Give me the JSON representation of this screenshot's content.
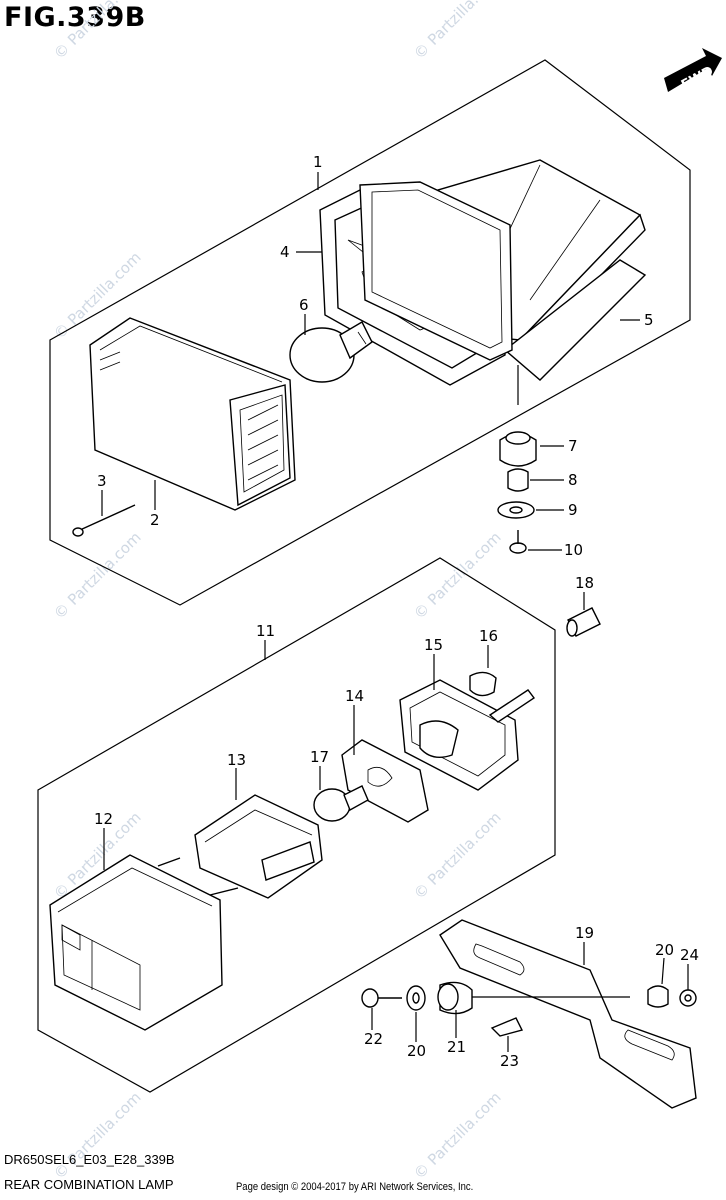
{
  "title": "FIG.339B",
  "direction_label": "FWD",
  "watermark": "© Partzilla.com",
  "callouts": {
    "c1": "1",
    "c2": "2",
    "c3": "3",
    "c4": "4",
    "c5": "5",
    "c6": "6",
    "c7": "7",
    "c8": "8",
    "c9": "9",
    "c10": "10",
    "c11": "11",
    "c12": "12",
    "c13": "13",
    "c14": "14",
    "c15": "15",
    "c16": "16",
    "c17": "17",
    "c18": "18",
    "c19": "19",
    "c20a": "20",
    "c20b": "20",
    "c21": "21",
    "c22": "22",
    "c23": "23",
    "c24": "24"
  },
  "footer": {
    "model_code": "DR650SEL6_E03_E28_339B",
    "part_name": "REAR COMBINATION LAMP",
    "copyright": "Page design © 2004-2017 by ARI Network Services, Inc."
  }
}
